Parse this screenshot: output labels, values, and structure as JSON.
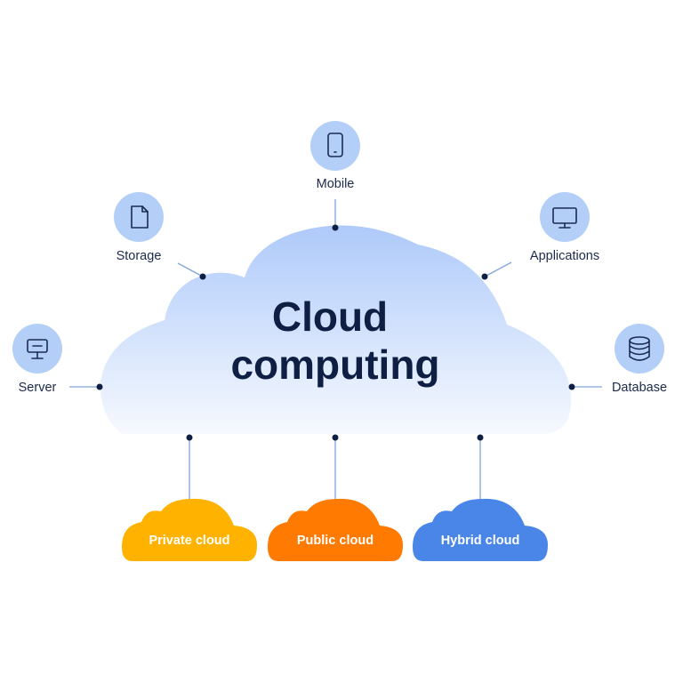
{
  "title": {
    "line1": "Cloud",
    "line2": "computing"
  },
  "nodes": {
    "mobile": {
      "label": "Mobile",
      "icon": "smartphone-icon"
    },
    "storage": {
      "label": "Storage",
      "icon": "file-icon"
    },
    "applications": {
      "label": "Applications",
      "icon": "monitor-icon"
    },
    "server": {
      "label": "Server",
      "icon": "server-icon"
    },
    "database": {
      "label": "Database",
      "icon": "database-icon"
    }
  },
  "cloud_types": [
    {
      "label": "Private cloud",
      "color": "#ffb300"
    },
    {
      "label": "Public cloud",
      "color": "#ff7a00"
    },
    {
      "label": "Hybrid cloud",
      "color": "#4a86e8"
    }
  ],
  "colors": {
    "main_cloud_top": "#afcbfa",
    "main_cloud_bottom": "#f3f7fe",
    "icon_circle": "#b3cff8",
    "title_text": "#0f1f44"
  }
}
